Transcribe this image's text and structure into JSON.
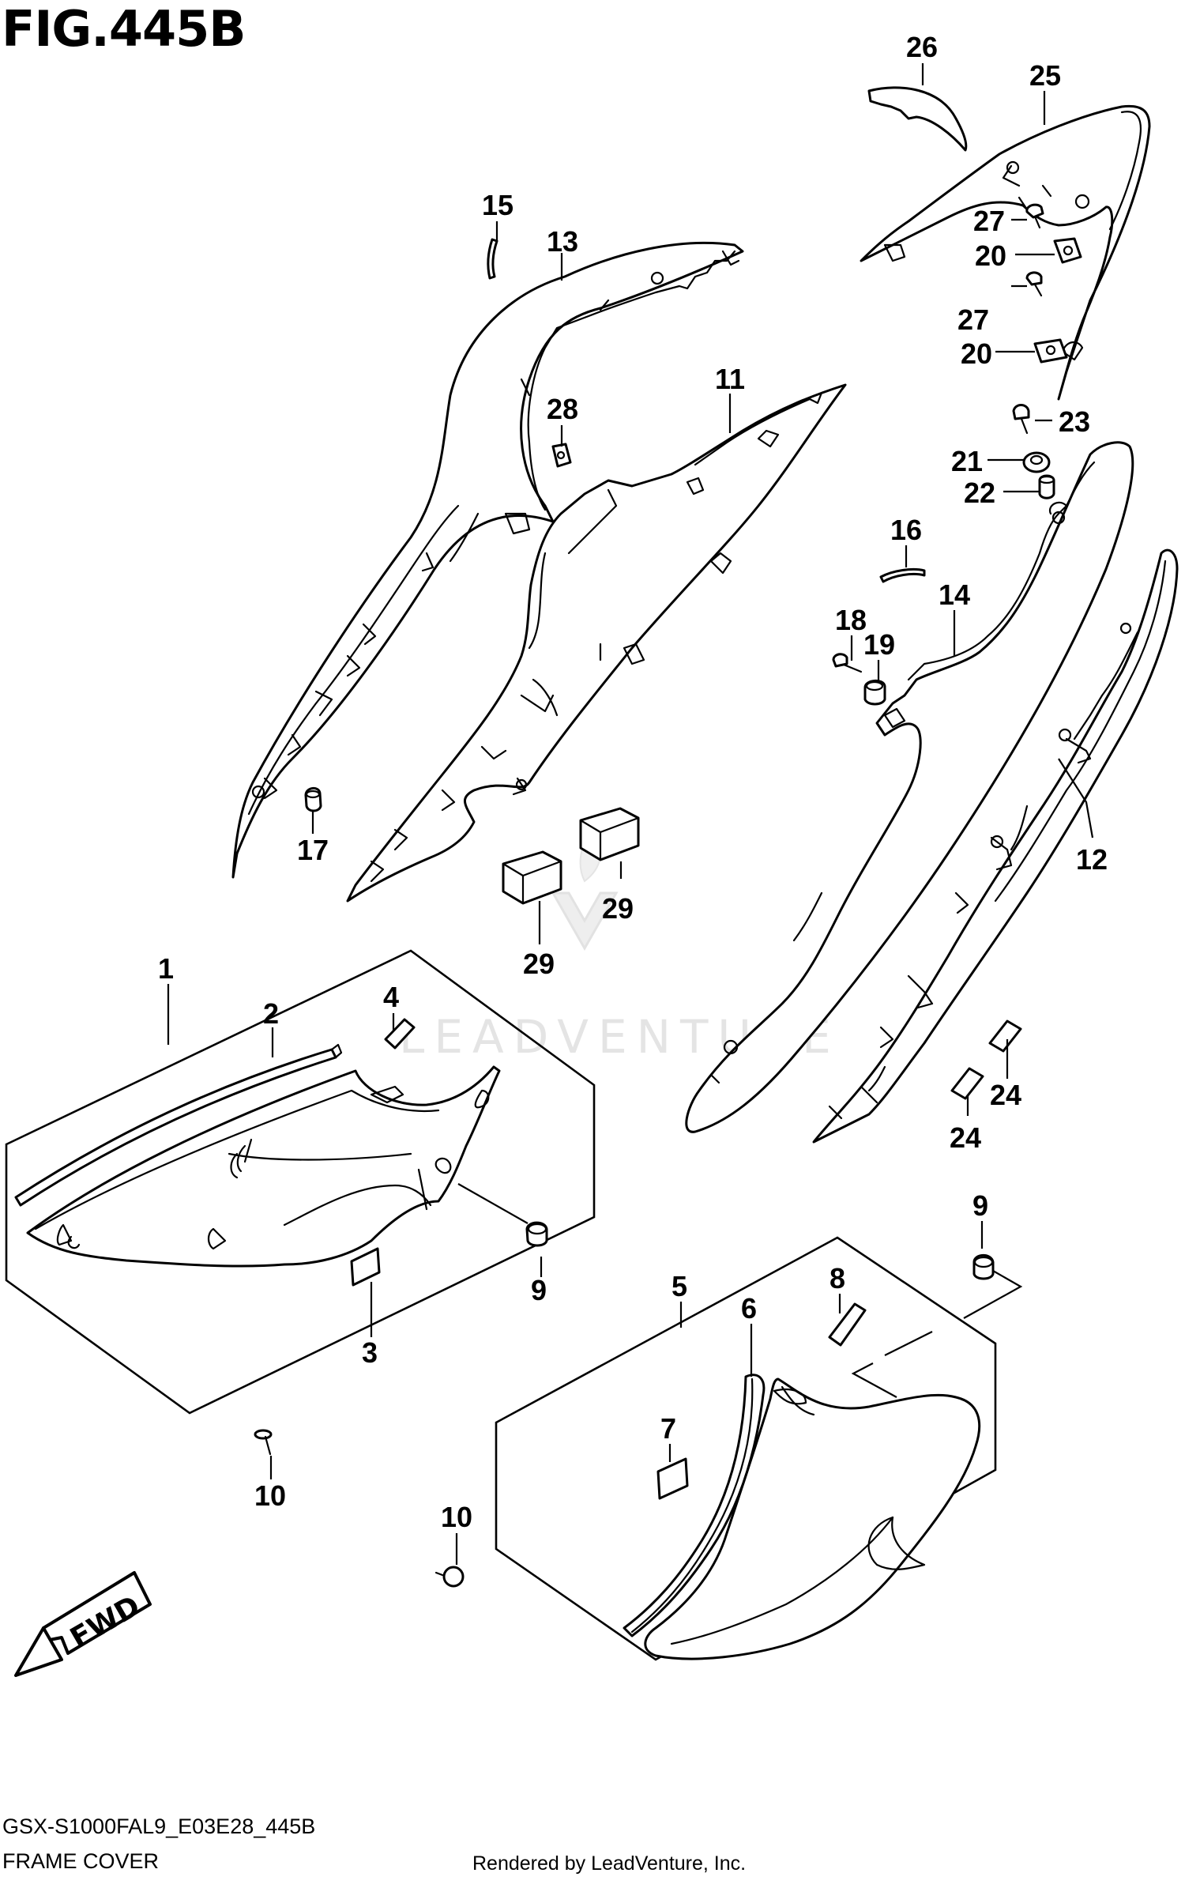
{
  "figure": {
    "title": "FIG.445B",
    "model_code": "GSX-S1000FAL9_E03E28_445B",
    "section_name": "FRAME COVER",
    "render_credit": "Rendered by LeadVenture, Inc.",
    "watermark": "LEADVENTURE",
    "fwd_label": "FWD"
  },
  "callouts": [
    {
      "id": "c1",
      "label": "1"
    },
    {
      "id": "c2",
      "label": "2"
    },
    {
      "id": "c3",
      "label": "3"
    },
    {
      "id": "c4",
      "label": "4"
    },
    {
      "id": "c5",
      "label": "5"
    },
    {
      "id": "c6",
      "label": "6"
    },
    {
      "id": "c7",
      "label": "7"
    },
    {
      "id": "c8",
      "label": "8"
    },
    {
      "id": "c9a",
      "label": "9"
    },
    {
      "id": "c9b",
      "label": "9"
    },
    {
      "id": "c10a",
      "label": "10"
    },
    {
      "id": "c10b",
      "label": "10"
    },
    {
      "id": "c11",
      "label": "11"
    },
    {
      "id": "c12",
      "label": "12"
    },
    {
      "id": "c13",
      "label": "13"
    },
    {
      "id": "c14",
      "label": "14"
    },
    {
      "id": "c15",
      "label": "15"
    },
    {
      "id": "c16",
      "label": "16"
    },
    {
      "id": "c17",
      "label": "17"
    },
    {
      "id": "c18",
      "label": "18"
    },
    {
      "id": "c19",
      "label": "19"
    },
    {
      "id": "c20a",
      "label": "20"
    },
    {
      "id": "c20b",
      "label": "20"
    },
    {
      "id": "c21",
      "label": "21"
    },
    {
      "id": "c22",
      "label": "22"
    },
    {
      "id": "c23",
      "label": "23"
    },
    {
      "id": "c24a",
      "label": "24"
    },
    {
      "id": "c24b",
      "label": "24"
    },
    {
      "id": "c25",
      "label": "25"
    },
    {
      "id": "c26",
      "label": "26"
    },
    {
      "id": "c27a",
      "label": "27"
    },
    {
      "id": "c27b",
      "label": "27"
    },
    {
      "id": "c28",
      "label": "28"
    },
    {
      "id": "c29a",
      "label": "29"
    },
    {
      "id": "c29b",
      "label": "29"
    }
  ]
}
